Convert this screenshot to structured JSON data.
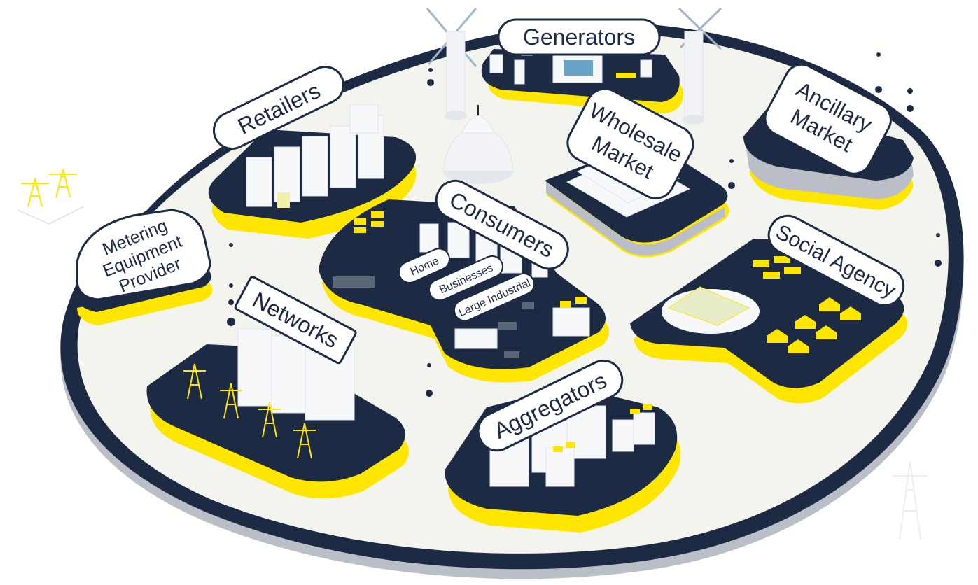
{
  "diagram": {
    "zones": [
      {
        "key": "generators",
        "label": "Generators"
      },
      {
        "key": "retailers",
        "label": "Retailers"
      },
      {
        "key": "wholesale",
        "label_lines": [
          "Wholesale",
          "Market"
        ]
      },
      {
        "key": "ancillary",
        "label_lines": [
          "Ancillary",
          "Market"
        ]
      },
      {
        "key": "consumers",
        "label": "Consumers",
        "sub_labels": [
          "Home",
          "Businesses",
          "Large Industrial"
        ]
      },
      {
        "key": "metering",
        "label_lines": [
          "Metering",
          "Equipment",
          "Provider"
        ]
      },
      {
        "key": "networks",
        "label": "Networks"
      },
      {
        "key": "social",
        "label": "Social Agency"
      },
      {
        "key": "aggregators",
        "label": "Aggregators"
      }
    ]
  },
  "colors": {
    "navy": "#1d2a44",
    "yellow": "#ffe600",
    "board": "#f4f4ef",
    "building": "#f7f8fa",
    "building_shade": "#dfe3ea",
    "shadow": "#b9bec7"
  }
}
